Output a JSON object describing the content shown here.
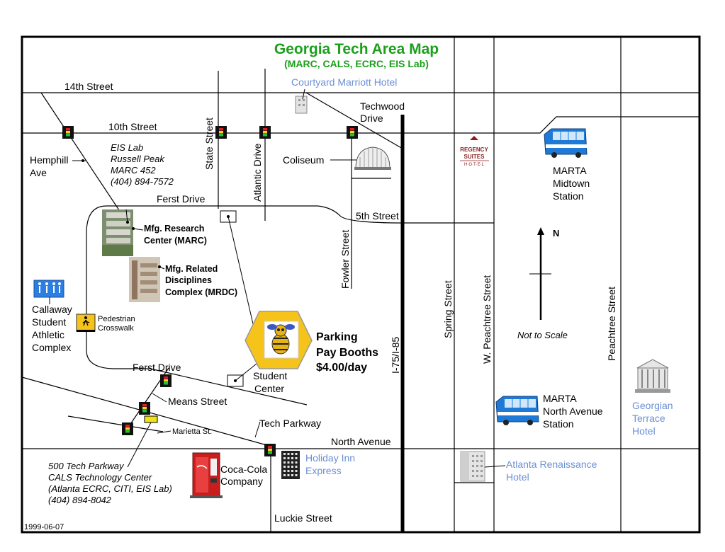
{
  "title": "Georgia Tech Area Map",
  "subtitle": "(MARC, CALS, ECRC, EIS Lab)",
  "date": "1999-06-07",
  "streets": {
    "fourteenth": "14th Street",
    "tenth": "10th Street",
    "hemphill": [
      "Hemphill",
      "Ave"
    ],
    "state": "State Street",
    "atlantic": "Atlantic Drive",
    "techwood": [
      "Techwood",
      "Drive"
    ],
    "ferst_top": "Ferst Drive",
    "fifth": "5th Street",
    "fowler": "Fowler Street",
    "ferst_bottom": "Ferst Drive",
    "means": "Means Street",
    "marietta": "Marietta St.",
    "tech_parkway": "Tech Parkway",
    "north_avenue": "North Avenue",
    "luckie": "Luckie Street",
    "interstate": "I-75/I-85",
    "spring": "Spring Street",
    "w_peachtree": "W. Peachtree Street",
    "peachtree": "Peachtree Street"
  },
  "places": {
    "courtyard": "Courtyard Marriott Hotel",
    "coliseum": "Coliseum",
    "marc": [
      "Mfg. Research",
      "Center (MARC)"
    ],
    "mrdc": [
      "Mfg. Related",
      "Disciplines",
      "Complex (MRDC)"
    ],
    "callaway": [
      "Callaway",
      "Student",
      "Athletic",
      "Complex"
    ],
    "crosswalk": [
      "Pedestrian",
      "Crosswalk"
    ],
    "parking": [
      "Parking",
      "Pay Booths",
      "$4.00/day"
    ],
    "student_center": [
      "Student",
      "Center"
    ],
    "marta_midtown": [
      "MARTA",
      "Midtown",
      "Station"
    ],
    "marta_north": [
      "MARTA",
      "North Avenue",
      "Station"
    ],
    "georgian": [
      "Georgian",
      "Terrace",
      "Hotel"
    ],
    "holiday_inn": [
      "Holiday Inn",
      "Express"
    ],
    "renaissance": [
      "Atlanta Renaissance",
      "Hotel"
    ],
    "coca_cola": [
      "Coca-Cola",
      "Company"
    ]
  },
  "labs": {
    "eis": [
      "EIS Lab",
      "Russell Peak",
      "MARC 452",
      "(404) 894-7572"
    ],
    "cals": [
      "500 Tech Parkway",
      "CALS Technology Center",
      "(Atlanta ECRC, CITI, EIS Lab)",
      "(404) 894-8042"
    ]
  },
  "compass": {
    "north": "N",
    "scale_note": "Not to Scale"
  },
  "regency_logo": [
    "REGENCY",
    "SUITES",
    "H·O·T·E·L"
  ],
  "colors": {
    "title": "#1aa01a",
    "hotel_text": "#6b8fd6",
    "hex_fill": "#f6c31a",
    "bus_blue": "#1e7ad6",
    "regency": "#8c1d1d"
  }
}
